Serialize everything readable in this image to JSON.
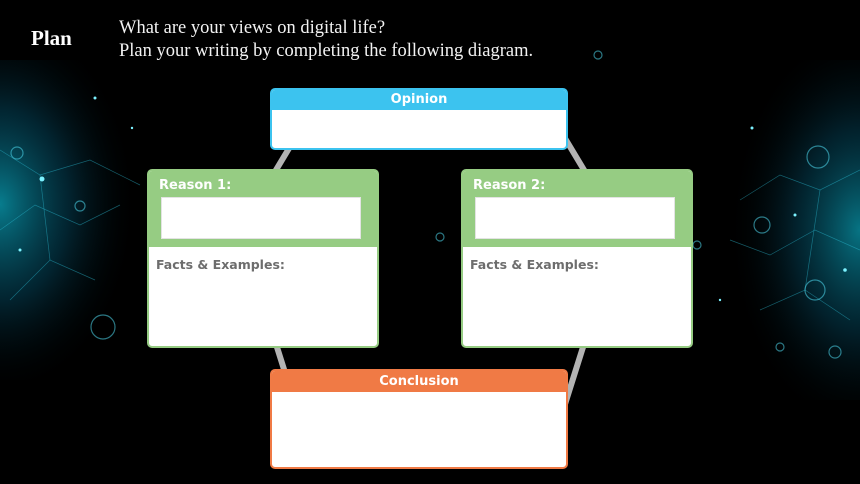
{
  "header": {
    "plan_label": "Plan",
    "question": "What are your views on digital life?",
    "instruction": "Plan your writing by completing the following diagram."
  },
  "diagram": {
    "opinion": {
      "title": "Opinion",
      "color": "#3cc3ef"
    },
    "reason1": {
      "title": "Reason 1:",
      "facts_label": "Facts & Examples:",
      "color": "#96cc83"
    },
    "reason2": {
      "title": "Reason 2:",
      "facts_label": "Facts & Examples:",
      "color": "#96cc83"
    },
    "conclusion": {
      "title": "Conclusion",
      "color": "#f07a45"
    },
    "connector_color": "#b3b3b3"
  },
  "background": {
    "base_color": "#000000",
    "glow_color": "#00c8e6"
  }
}
